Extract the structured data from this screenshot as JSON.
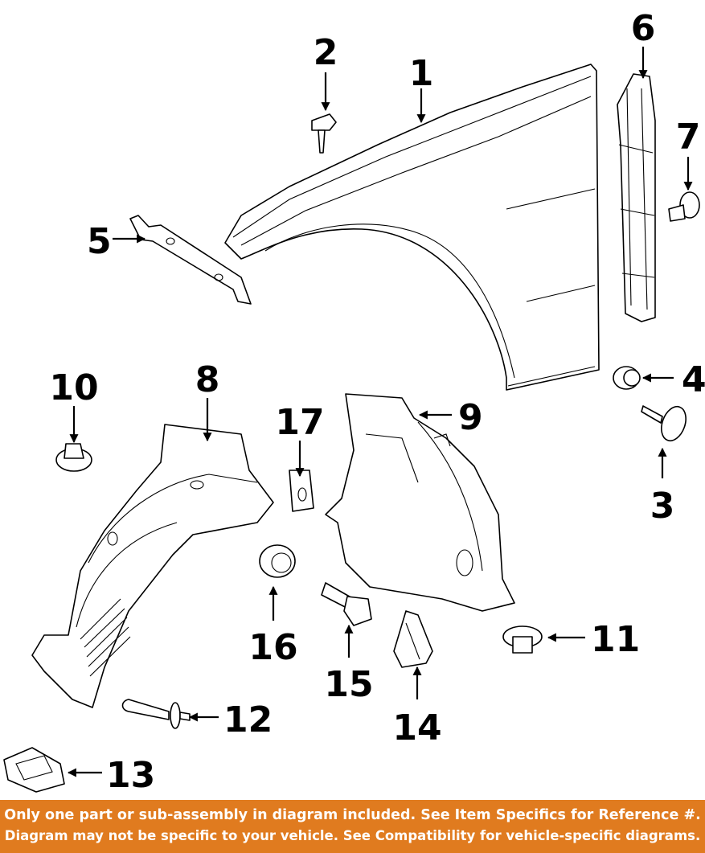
{
  "callouts": [
    "1",
    "2",
    "3",
    "4",
    "5",
    "6",
    "7",
    "8",
    "9",
    "10",
    "11",
    "12",
    "13",
    "14",
    "15",
    "16",
    "17"
  ],
  "banner": {
    "line1": "Only one part or sub-assembly in diagram included. See Item Specifics for Reference #.",
    "line2": "Diagram may not be specific to your vehicle. See Compatibility for vehicle-specific diagrams."
  },
  "colors": {
    "banner_background": "#e07b1f",
    "banner_text": "#ffffff",
    "line_art": "#000000",
    "background": "#ffffff"
  }
}
